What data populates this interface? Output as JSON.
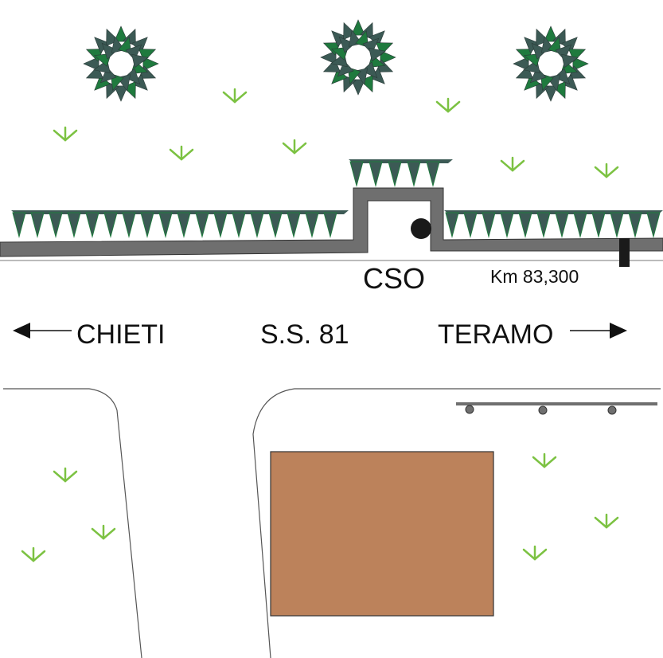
{
  "labels": {
    "cso": "CSO",
    "km_marker": "Km 83,300",
    "road_name": "S.S. 81",
    "direction_left": "CHIETI",
    "direction_right": "TERAMO"
  },
  "colors": {
    "wall": "#6f6f6f",
    "hedge_dark": "#3c5a55",
    "hedge_green": "#1f7a3e",
    "grass": "#7cc242",
    "building": "#bc825b",
    "cso_point": "#1a1a1a"
  },
  "icons": {
    "tree": "tree-icon",
    "grass": "grass-tuft-icon",
    "arrow_left": "arrow-left-icon",
    "arrow_right": "arrow-right-icon"
  }
}
